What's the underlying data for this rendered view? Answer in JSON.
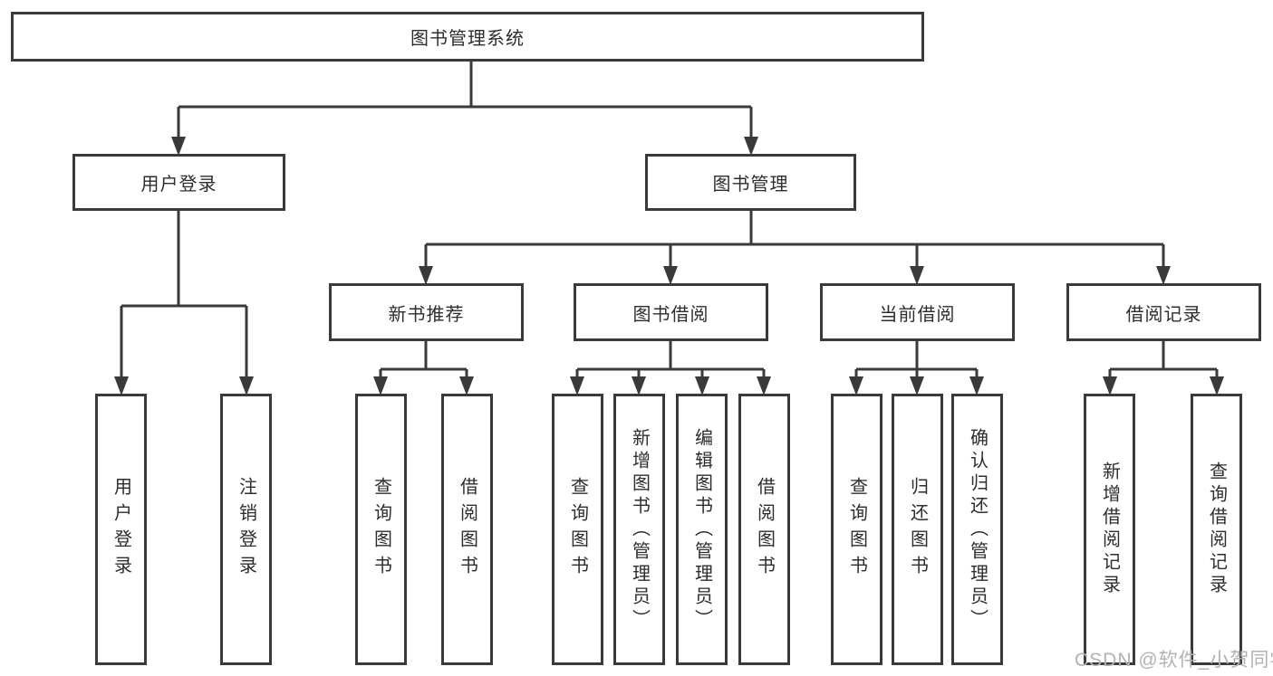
{
  "tree": {
    "label": "图书管理系统",
    "children": [
      {
        "label": "用户登录",
        "children": [
          {
            "label": "用户登录"
          },
          {
            "label": "注销登录"
          }
        ]
      },
      {
        "label": "图书管理",
        "children": [
          {
            "label": "新书推荐",
            "children": [
              {
                "label": "查询图书"
              },
              {
                "label": "借阅图书"
              }
            ]
          },
          {
            "label": "图书借阅",
            "children": [
              {
                "label": "查询图书"
              },
              {
                "label": "新增图书（管理员）"
              },
              {
                "label": "编辑图书（管理员）"
              },
              {
                "label": "借阅图书"
              }
            ]
          },
          {
            "label": "当前借阅",
            "children": [
              {
                "label": "查询图书"
              },
              {
                "label": "归还图书"
              },
              {
                "label": "确认归还（管理员）"
              }
            ]
          },
          {
            "label": "借阅记录",
            "children": [
              {
                "label": "新增借阅记录"
              },
              {
                "label": "查询借阅记录"
              }
            ]
          }
        ]
      }
    ]
  },
  "watermark": {
    "text": "CSDN @软件_小贺同学"
  },
  "colors": {
    "line": "#3a3a3a",
    "text": "#2d2d2d",
    "watermark": "#b2b2b2",
    "background": "#ffffff"
  }
}
